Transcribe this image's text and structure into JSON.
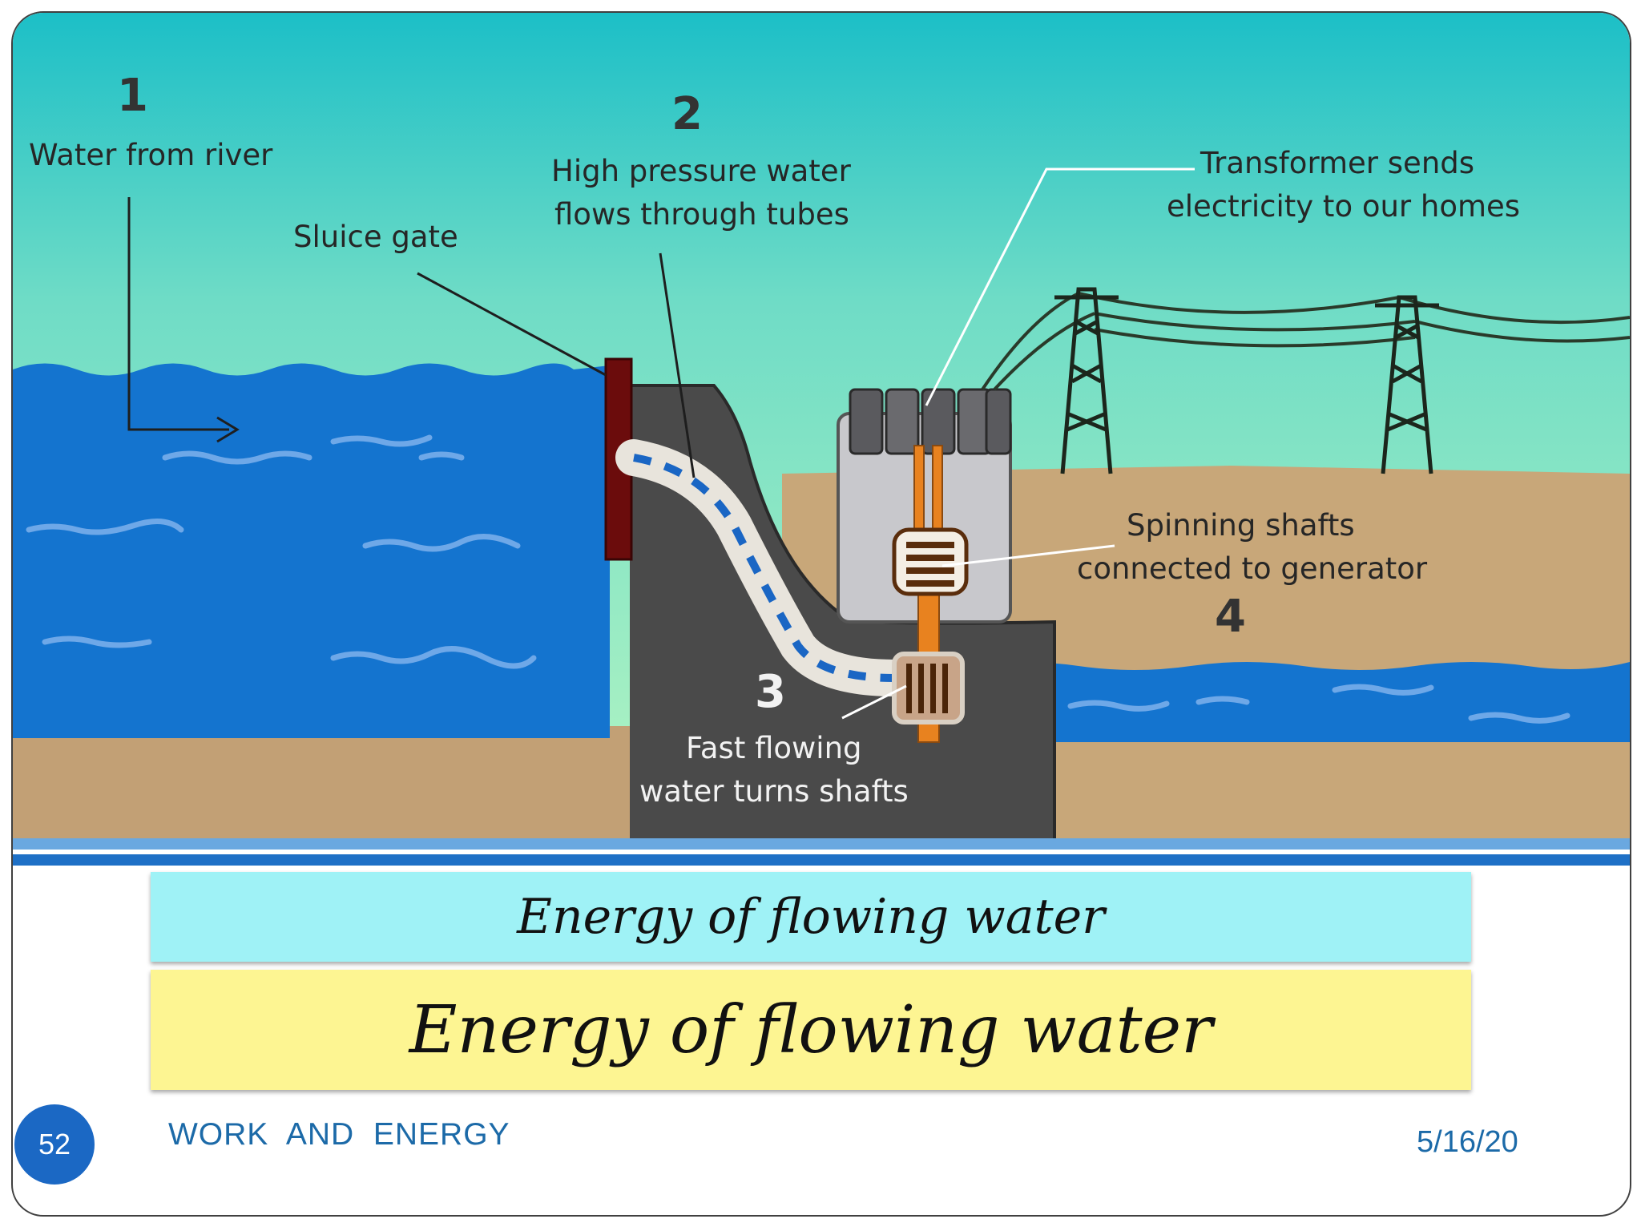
{
  "diagram": {
    "step1": {
      "number": "1",
      "label": "Water from river"
    },
    "sluice": {
      "label": "Sluice gate"
    },
    "step2": {
      "number": "2",
      "line1": "High pressure water",
      "line2": "flows through tubes"
    },
    "transformer": {
      "line1": "Transformer sends",
      "line2": "electricity to our homes"
    },
    "shafts": {
      "line1": "Spinning shafts",
      "line2": "connected to generator",
      "number": "4"
    },
    "step3": {
      "number": "3",
      "line1": "Fast flowing",
      "line2": "water turns shafts"
    },
    "colors": {
      "sky_top": "#1cbfc7",
      "sky_bottom": "#b4f5c2",
      "water": "#1474cf",
      "ground": "#c8a779",
      "dam": "#4a4a4a",
      "gate": "#6b0c0c",
      "shaft": "#e8821f"
    }
  },
  "slide": {
    "title_cyan": "Energy of flowing water",
    "title_yellow": "Energy of flowing water",
    "page_number": "52",
    "footer_title": "WORK  AND  ENERGY",
    "date": "5/16/20"
  }
}
